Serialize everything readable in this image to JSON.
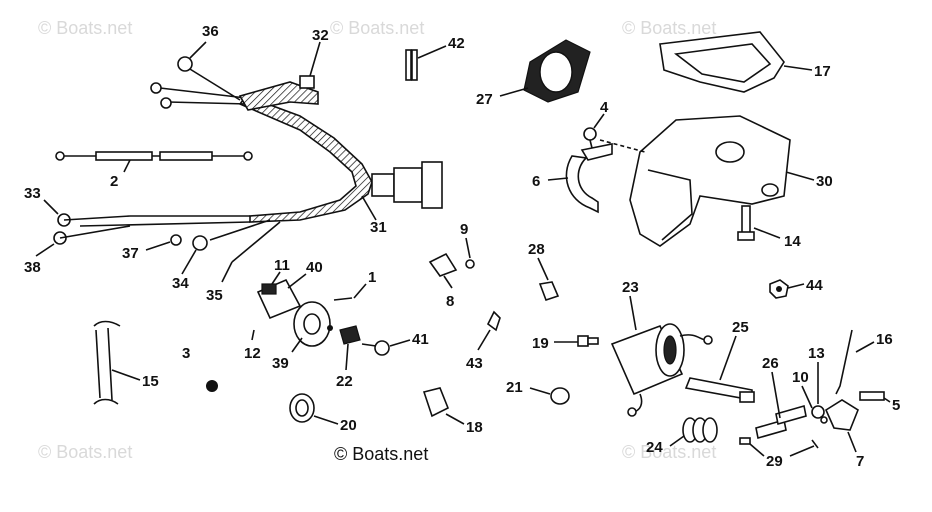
{
  "watermark": "© Boats.net",
  "credit": "© Boats.net",
  "callouts": [
    "1",
    "2",
    "3",
    "4",
    "5",
    "6",
    "7",
    "8",
    "9",
    "10",
    "11",
    "12",
    "13",
    "14",
    "15",
    "16",
    "17",
    "18",
    "19",
    "20",
    "21",
    "22",
    "23",
    "24",
    "25",
    "26",
    "27",
    "28",
    "29",
    "30",
    "31",
    "32",
    "33",
    "34",
    "35",
    "36",
    "37",
    "38",
    "39",
    "40",
    "41",
    "42",
    "43",
    "44"
  ]
}
